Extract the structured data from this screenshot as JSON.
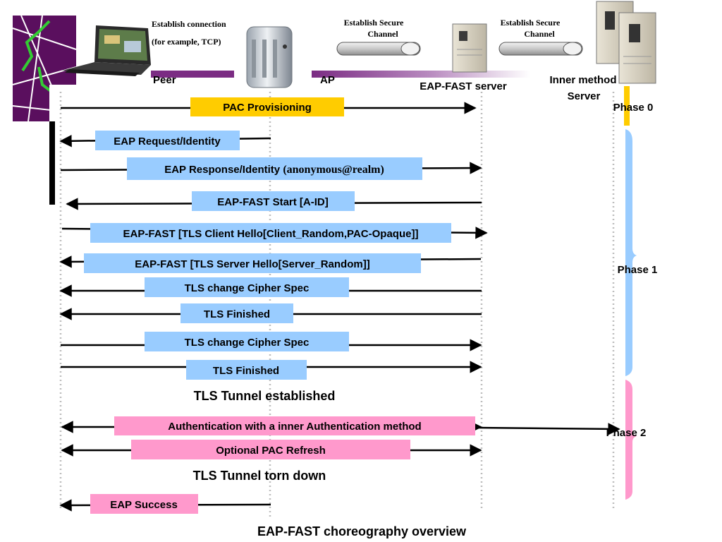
{
  "header": {
    "establish_connection_line1": "Establish  connection",
    "establish_connection_line2": "(for example, TCP)",
    "secure_channel_1_line1": "Establish Secure",
    "secure_channel_1_line2": "Channel",
    "secure_channel_2_line1": "Establish Secure",
    "secure_channel_2_line2": "Channel"
  },
  "entities": {
    "peer": "Peer",
    "ap": "AP",
    "eap_fast_server": "EAP-FAST server",
    "inner_method_line1": "Inner method",
    "inner_method_line2": "Server"
  },
  "messages": [
    {
      "label": "PAC Provisioning",
      "color": "#FFCC00"
    },
    {
      "label": "EAP Request/Identity",
      "color": "#99CCFF"
    },
    {
      "label_a": "EAP Response/Identity ",
      "label_b": "(anonymous@realm)",
      "color": "#99CCFF"
    },
    {
      "label": "EAP-FAST Start [A-ID]",
      "color": "#99CCFF"
    },
    {
      "label": "EAP-FAST [TLS Client Hello[Client_Random,PAC-Opaque]]",
      "color": "#99CCFF"
    },
    {
      "label": "EAP-FAST [TLS Server Hello[Server_Random]]",
      "color": "#99CCFF"
    },
    {
      "label": "TLS change Cipher Spec",
      "color": "#99CCFF"
    },
    {
      "label": "TLS Finished",
      "color": "#99CCFF"
    },
    {
      "label": "TLS change Cipher Spec",
      "color": "#99CCFF"
    },
    {
      "label": "TLS Finished",
      "color": "#99CCFF"
    },
    {
      "label": "Authentication with a inner Authentication method",
      "color": "#FF99CC"
    },
    {
      "label": "Optional PAC Refresh",
      "color": "#FF99CC"
    },
    {
      "label": "EAP Success",
      "color": "#FF99CC"
    }
  ],
  "notes": {
    "tunnel_established": "TLS Tunnel established",
    "tunnel_torn_down": "TLS Tunnel torn down"
  },
  "phases": [
    {
      "label": "Phase 0",
      "color": "#FFCC00"
    },
    {
      "label": "Phase 1",
      "color": "#99CCFF"
    },
    {
      "label": "Phase 2",
      "color": "#FF99CC"
    }
  ],
  "caption": "EAP-FAST choreography overview",
  "icons": {
    "peer": "laptop-icon",
    "ap": "access-point-icon",
    "server": "server-tower-icon",
    "inner_server": "server-tower-icon",
    "map": "street-map-icon"
  },
  "colors": {
    "gold": "#FFCC00",
    "blue": "#99CCFF",
    "pink": "#FF99CC",
    "purple": "#7B2C83"
  }
}
